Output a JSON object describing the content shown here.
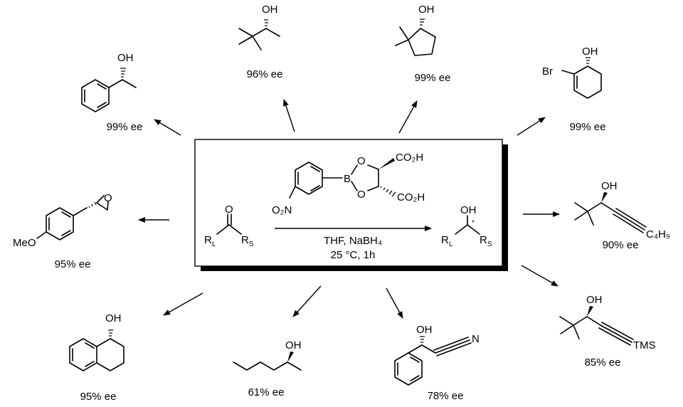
{
  "center": {
    "reagent_labels": {
      "co2h_top": "CO₂H",
      "co2h_bottom": "CO₂H",
      "b": "B",
      "o1": "O",
      "o2": "O",
      "nitro": "O₂N"
    },
    "substrate": {
      "o": "O",
      "rl": "R",
      "rl_sub": "L",
      "rs": "R",
      "rs_sub": "S"
    },
    "conditions": {
      "line1": "THF, NaBH₄",
      "line2": "25 °C, 1h"
    },
    "product": {
      "oh": "OH",
      "star": "*",
      "rl": "R",
      "rl_sub": "L",
      "rs": "R",
      "rs_sub": "S"
    }
  },
  "products": [
    {
      "id": "p1",
      "ee": "99% ee",
      "labels": [
        "OH"
      ]
    },
    {
      "id": "p2",
      "ee": "96% ee",
      "labels": [
        "OH"
      ]
    },
    {
      "id": "p3",
      "ee": "99% ee",
      "labels": [
        "OH"
      ]
    },
    {
      "id": "p4",
      "ee": "99% ee",
      "labels": [
        "OH",
        "Br"
      ]
    },
    {
      "id": "p5",
      "ee": "90% ee",
      "labels": [
        "OH",
        "C₄H₉"
      ]
    },
    {
      "id": "p6",
      "ee": "85% ee",
      "labels": [
        "OH",
        "TMS"
      ]
    },
    {
      "id": "p7",
      "ee": "78% ee",
      "labels": [
        "OH",
        "N"
      ]
    },
    {
      "id": "p8",
      "ee": "61% ee",
      "labels": [
        "OH"
      ]
    },
    {
      "id": "p9",
      "ee": "95% ee",
      "labels": [
        "OH"
      ]
    },
    {
      "id": "p10",
      "ee": "95% ee",
      "labels": [
        "O",
        "MeO"
      ]
    }
  ]
}
